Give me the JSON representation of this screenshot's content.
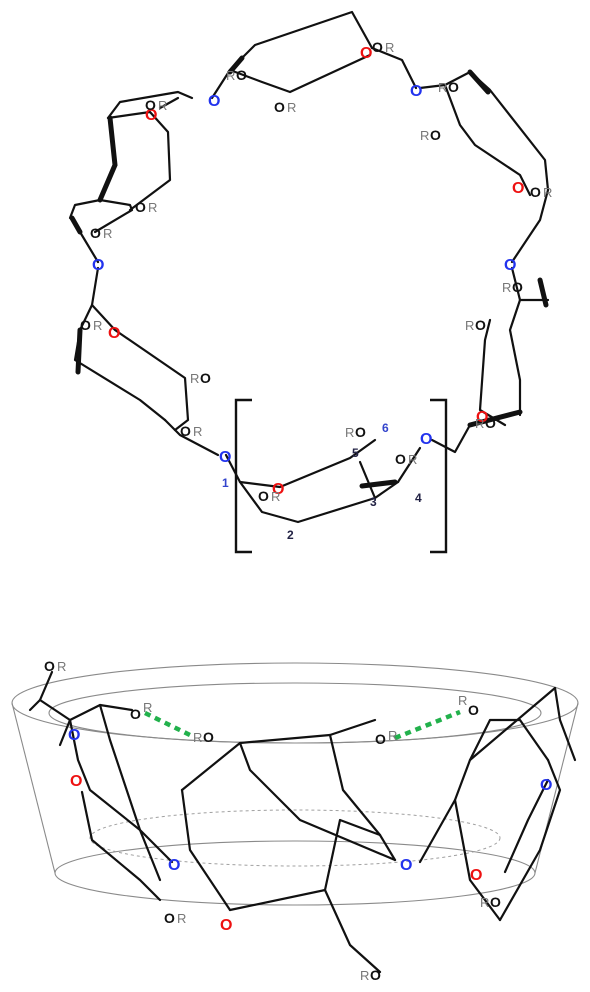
{
  "labels": {
    "O": "O",
    "R": "R",
    "n1": "1",
    "n2": "2",
    "n3": "3",
    "n4": "4",
    "n5": "5",
    "n6": "6"
  },
  "colors": {
    "ring_oxygen": "#ee1111",
    "glycosidic_oxygen": "#2233ee",
    "hydrogen_bond": "#22b14c",
    "bond": "#111111",
    "substituent_R": "#777777"
  }
}
